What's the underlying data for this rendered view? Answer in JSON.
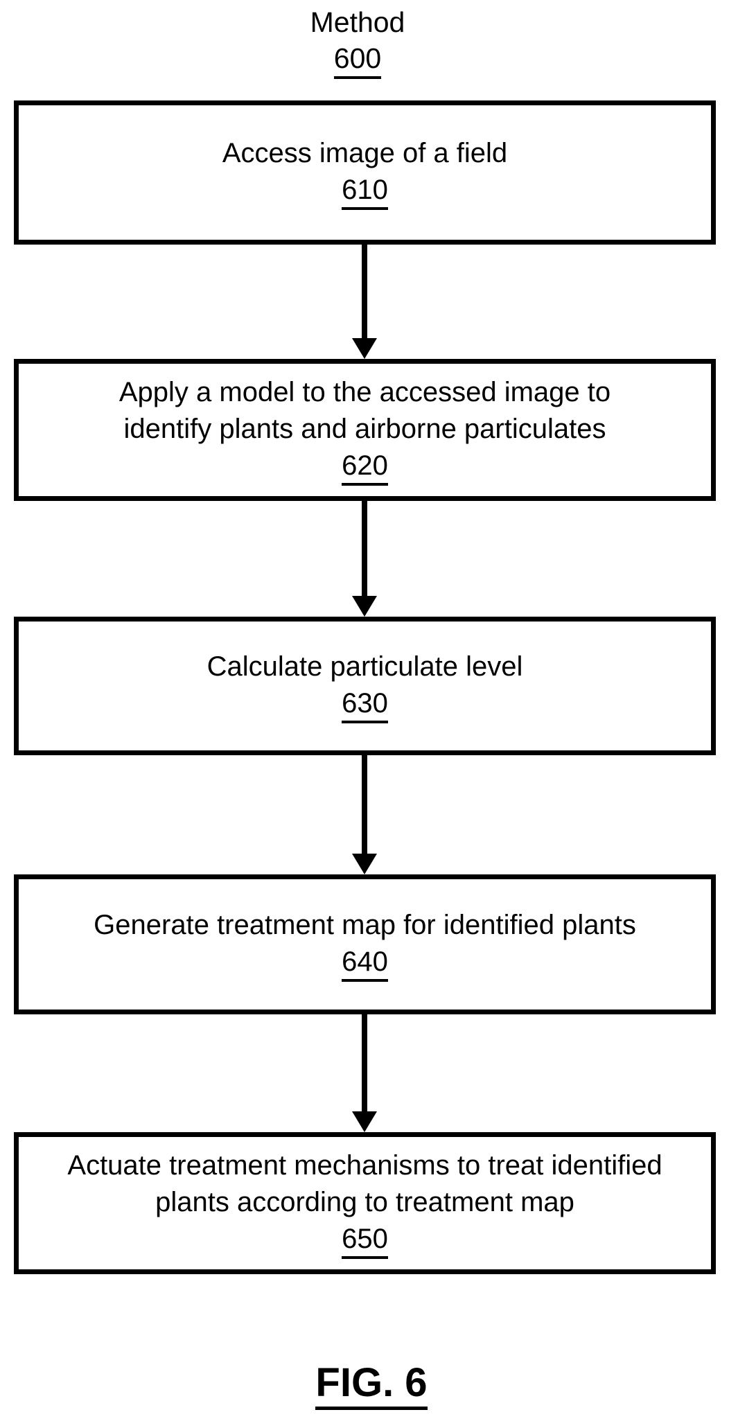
{
  "title": {
    "label": "Method",
    "number": "600"
  },
  "boxes": [
    {
      "lines": [
        "Access image of a field"
      ],
      "number": "610"
    },
    {
      "lines": [
        "Apply a model to the accessed image to",
        "identify plants and airborne particulates"
      ],
      "number": "620"
    },
    {
      "lines": [
        "Calculate particulate level"
      ],
      "number": "630"
    },
    {
      "lines": [
        "Generate treatment map for identified plants"
      ],
      "number": "640"
    },
    {
      "lines": [
        "Actuate treatment mechanisms to treat identified",
        "plants according to treatment map"
      ],
      "number": "650"
    }
  ],
  "caption": "FIG. 6",
  "colors": {
    "line": "#000000",
    "background": "#ffffff"
  }
}
